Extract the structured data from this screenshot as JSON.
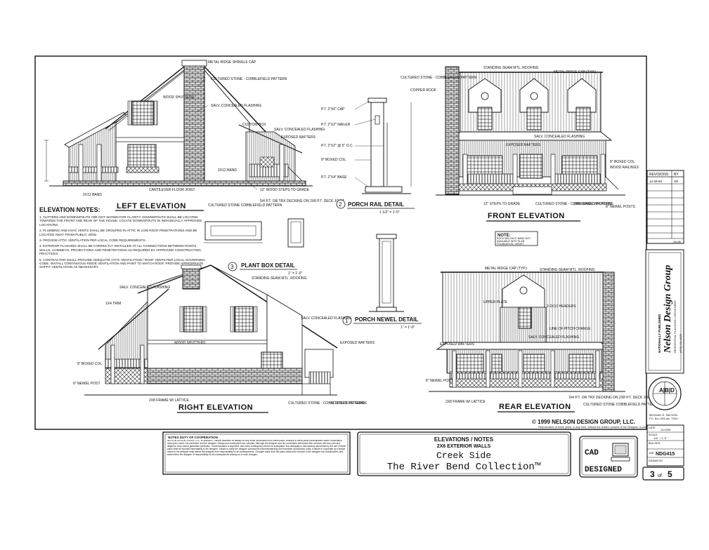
{
  "drawings": {
    "left_elevation": {
      "title": "LEFT ELEVATION"
    },
    "right_elevation": {
      "title": "RIGHT ELEVATION"
    },
    "front_elevation": {
      "title": "FRONT ELEVATION"
    },
    "rear_elevation": {
      "title": "REAR ELEVATION"
    },
    "porch_rail": {
      "number": "2",
      "title": "PORCH RAIL DETAIL",
      "scale": "1 1/2\" = 1'-0\""
    },
    "plant_box": {
      "number": "3",
      "title": "PLANT BOX DETAIL",
      "scale": "1\" = 1'-0\""
    },
    "porch_newel": {
      "number": "1",
      "title": "PORCH NEWEL DETAIL",
      "scale": "1\" = 1'-0\""
    }
  },
  "porch_rail_labels": [
    "P.T. 2\"X6\" CAP",
    "P.T. 2\"X2\" NAILER",
    "P.T. 2\"X2\" @ 5\" O.C.",
    "8\" BOXED COL.",
    "P.T. 2\"X4\" BASE"
  ],
  "callouts": {
    "left": [
      "METAL RIDGE SHINGLE CAP",
      "CULTURED STONE - COBBLEFIELD PATTERN",
      "WOOD SHUTTERS",
      "SALV. CONCEALED FLASHING",
      "CUSTOM BOX",
      "SALV. CONCEALED FLASHING",
      "EXPOSED RAFTERS",
      "2X12 BAND",
      "CANTILEVER FLOOR JOIST",
      "12\" WOOD STEPS TO GRADE",
      "CULTURED STONE COBBLEFIELD PATTERN",
      "5/4 P.T. OR TRX DECKING ON 2X8 P.T. DECK JOIST",
      "2X12 BAND"
    ],
    "right": [
      "SALV. CONCEALED FLASHING",
      "STANDING SEAM MTL. ROOFING",
      "SALV. CONCEALED FLASHING",
      "1X4 TRIM",
      "EXPOSED RAFTERS",
      "8\" BOXED COL.",
      "8\" NEWEL POST",
      "2X8 FRAME W/ LATTICE",
      "CULTURED STONE - COBBLEFIELD PATTERN",
      "12\" STEPS TO GRADE",
      "WOOD SHUTTERS"
    ],
    "front": [
      "CULTURED STONE - COBBLEFIELD PATTERN",
      "STANDING SEAM MTL. ROOFING",
      "METAL RIDGE CAP (TYP.)",
      "COPPER ROOF",
      "SALV. CONCEALED FLASHING",
      "EXPOSED RAFTERS",
      "8\" BOXED COL.",
      "WOOD RAILINGS",
      "12\" STEPS TO GRADE",
      "CULTURED STONE - COBBLEFIELD PATTERN",
      "2X8 FRAME W/ LATTICE",
      "8\" NEWEL POSTS"
    ],
    "rear": [
      "METAL RIDGE CAP (TYP.)",
      "STANDING SEAM MTL. ROOFING",
      "UPPER PLATE",
      "2-2X10 HEADERS",
      "LINE OF PITCH CHANGE",
      "SALV. CONCEALED FLASHING",
      "EXPOSED RAFTERS",
      "8\" NEWEL POST",
      "2X8 FRAME W/ LATTICE",
      "5/4 P.T. OR TRX DECKING ON 2X8 P.T. DECK JOIST",
      "CULTURED STONE COBBLEFIELD PATTERN"
    ]
  },
  "elevation_notes": {
    "title": "ELEVATION NOTES:",
    "items": [
      "1. GUTTERS AND DOWNSPOUTS ARE NOT SHOWN FOR CLARITY. DOWNSPOUTS SHALL BE LOCATED TOWARDS THE FRONT AND REAR OF THE HOUSE. LOCATE DOWNSPOUTS IN INDIVIDUALLY APPROVED LOCATIONS.",
      "2. PLUMBING AND HVAC VENTS SHALL BE GROUPED IN ATTIC IN LOW ROOF PENETRATIONS AND BE LOCATED AWAY FROM PUBLIC VIEW.",
      "3. PROVIDE ATTIC VENTILATION PER LOCAL CODE REQUIREMENTS.",
      "4. EXTERIOR FLASHING SHALL BE CORRECTLY INSTALLED AT ALL CONNECTIONS BETWEEN ROOFS, WALLS, CHIMNEYS, PROJECTIONS AND PENETRATIONS AS REQUIRED BY APPROVED CONSTRUCTION PRACTICES.",
      "5. CONTRACTOR SHALL PROVIDE ADEQUATE ATTIC VENTILATION / ROOF VENTS PER LOCAL GOVERNING CODE. INSTALL CONTINUOUS RIDGE VENTILATION AND PAINT TO MATCH ROOF. PROVIDE APPROPRIATE SOFFIT VENTILATION AS NECESSARY."
    ]
  },
  "front_note": {
    "heading": "NOTE:",
    "text": "ROCK BELOW 8\" BAND NOT AVAILABLE WITH SLAB FOUNDATION. VERIFY."
  },
  "revisions": {
    "header": "REVISIONS",
    "header_col": "BY",
    "entries": [
      {
        "date": "12-28-93",
        "by": "SR"
      }
    ],
    "footer": "24x36"
  },
  "copyright": {
    "text": "© 1999 NELSON DESIGN GROUP, LLC.",
    "subtext": "Reproduction of these plans, in any form, without the written consent of the Designer, is prohibited."
  },
  "notes_box": {
    "title": "NOTES DUTY OF COOPERATION",
    "text": "NELSON DESIGN GROUP, LLC, or Michael E. Nelson assumes no liability for any home constructed from these plans. Release of these plans contemplates further cooperation among the owner, his contractor and the designer. Design and construction are complex. Although the designer and his consultants performed their services with due care and diligence, they cannot guarantee perfection. Communication is imperfect, and every contingency cannot be anticipated. Any ambiguity or discrepancy discovered by the use of these plans shall be reported immediately to the designer. Failure to notify the designer compounds misunderstanding and increases construction costs. A failure to cooperate by a simple notice to the designer shall relieve the designer from responsibility for all consequences. Changes made from the plans without the consent of the designer are unauthorized, and shall relieve the designer of responsibility for all consequences arising out of such changes."
  },
  "title_block": {
    "line1": "ELEVATIONS / NOTES",
    "line2": "2X6 EXTERIOR WALLS",
    "line3": "Creek Side",
    "line4": "The River Bend Collection™"
  },
  "cad": {
    "line1": "CAD",
    "line2": "DESIGNED"
  },
  "info": {
    "rows": [
      {
        "k": "DATE",
        "v": "11/1999"
      },
      {
        "k": "SCALE",
        "v": "1/4\" = 1'-0\""
      },
      {
        "k": "BUILDER",
        "v": ""
      },
      {
        "k": "JOB",
        "v": "NDG415"
      },
      {
        "k": "DRAWN BY",
        "v": ""
      }
    ]
  },
  "sheet": {
    "number": "3",
    "of": "of",
    "total": "5"
  },
  "brand": {
    "logo": "Nelson Design Group",
    "tag1": "RESIDENTIAL PLANNING • DESIGNERS",
    "tag2": "NATIONALLY PUBLISHED",
    "phone": "(870) 931-5929",
    "seal_letters": "A|B|D",
    "signer": "MICHAEL E. NELSON",
    "signer_loc": "P.O. Box 1000  Ark. 72401"
  }
}
